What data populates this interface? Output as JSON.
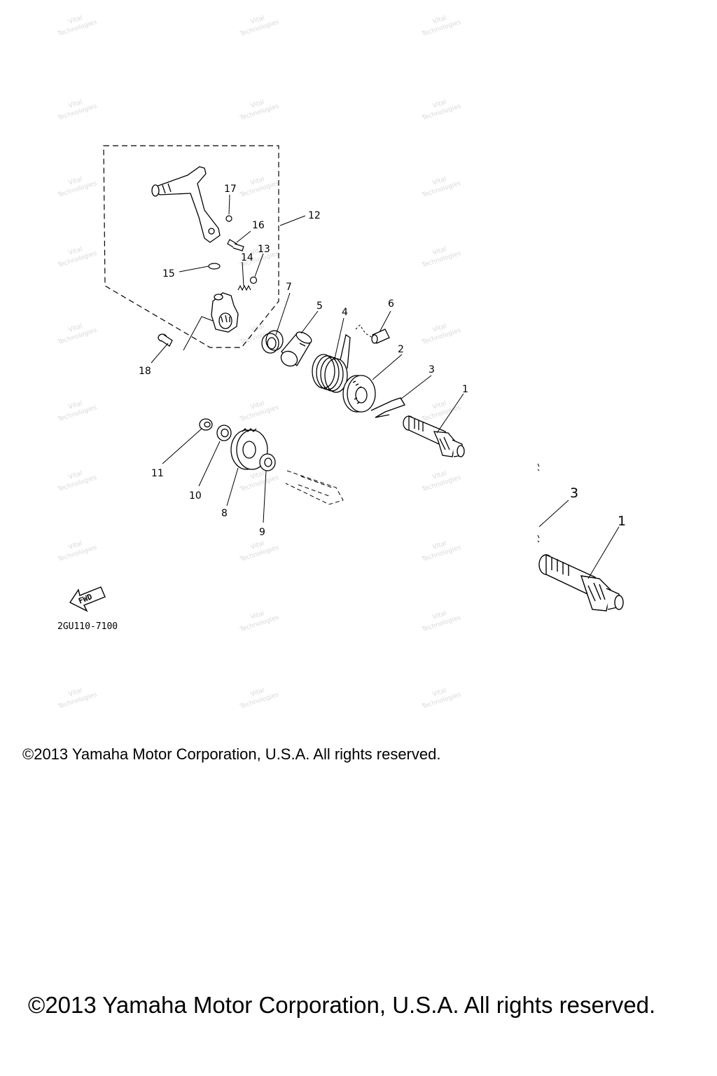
{
  "diagram": {
    "callouts": [
      {
        "id": "1",
        "label": "1"
      },
      {
        "id": "2",
        "label": "2"
      },
      {
        "id": "3",
        "label": "3"
      },
      {
        "id": "4",
        "label": "4"
      },
      {
        "id": "5",
        "label": "5"
      },
      {
        "id": "6",
        "label": "6"
      },
      {
        "id": "7",
        "label": "7"
      },
      {
        "id": "8",
        "label": "8"
      },
      {
        "id": "9",
        "label": "9"
      },
      {
        "id": "10",
        "label": "10"
      },
      {
        "id": "11",
        "label": "11"
      },
      {
        "id": "12",
        "label": "12"
      },
      {
        "id": "13",
        "label": "13"
      },
      {
        "id": "14",
        "label": "14"
      },
      {
        "id": "15",
        "label": "15"
      },
      {
        "id": "16",
        "label": "16"
      },
      {
        "id": "17",
        "label": "17"
      },
      {
        "id": "18",
        "label": "18"
      }
    ],
    "inset_callouts": [
      {
        "id": "3",
        "label": "3"
      },
      {
        "id": "1",
        "label": "1"
      }
    ],
    "fwd_label": "FWD",
    "drawing_code": "2GU110-7100",
    "watermark": [
      "Vital",
      "Technologies"
    ]
  },
  "copyright": {
    "small": "©2013 Yamaha Motor Corporation, U.S.A. All rights reserved.",
    "large": "©2013 Yamaha Motor Corporation, U.S.A. All rights reserved."
  },
  "colors": {
    "line": "#000000",
    "watermark": "#d8d8d8",
    "background": "#ffffff"
  }
}
